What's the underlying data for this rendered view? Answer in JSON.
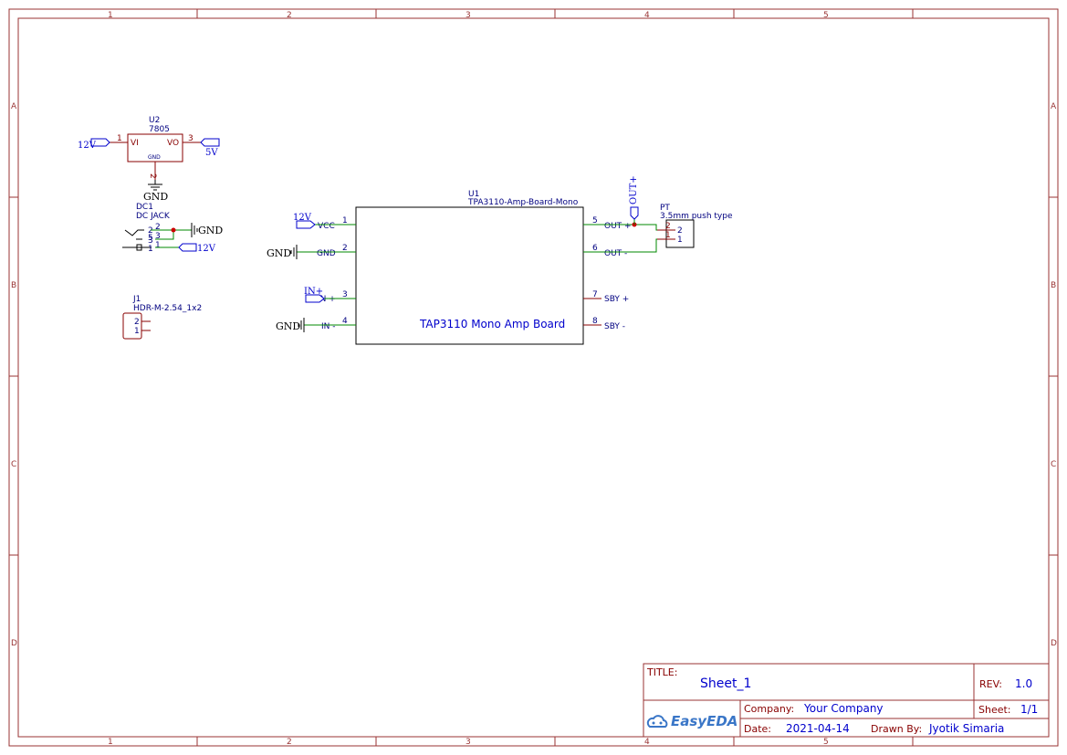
{
  "frame": {
    "columns": [
      "1",
      "2",
      "3",
      "4",
      "5"
    ],
    "rows": [
      "A",
      "B",
      "C",
      "D"
    ]
  },
  "u2": {
    "designator": "U2",
    "value": "7805",
    "pin_vi": "VI",
    "pin_vo": "VO",
    "pin_gnd": "GND",
    "pin1": "1",
    "pin2": "2",
    "pin3": "3"
  },
  "dc1": {
    "designator": "DC1",
    "value": "DC JACK",
    "pins": [
      "2",
      "2",
      "5",
      "3",
      "3",
      "1",
      "1"
    ]
  },
  "j1": {
    "designator": "J1",
    "value": "HDR-M-2.54_1x2",
    "pin2": "2",
    "pin1": "1"
  },
  "u1": {
    "designator": "U1",
    "value": "TPA3110-Amp-Board-Mono",
    "body_text": "TAP3110 Mono Amp Board",
    "pins": [
      {
        "num": "1",
        "name": "VCC"
      },
      {
        "num": "2",
        "name": "GND"
      },
      {
        "num": "3",
        "name": "IN +"
      },
      {
        "num": "4",
        "name": "IN -"
      },
      {
        "num": "5",
        "name": "OUT +"
      },
      {
        "num": "6",
        "name": "OUT -"
      },
      {
        "num": "7",
        "name": "SBY +"
      },
      {
        "num": "8",
        "name": "SBY -"
      }
    ]
  },
  "pt": {
    "designator": "PT",
    "value": "3.5mm push type",
    "pin2": "2",
    "pin1": "1",
    "pin2b": "2",
    "pin1b": "1"
  },
  "nets": {
    "v12": "12V",
    "v5": "5V",
    "gnd": "GND",
    "in_plus": "IN+",
    "out_plus": "OUT+"
  },
  "title_block": {
    "title_label": "TITLE:",
    "title": "Sheet_1",
    "rev_label": "REV:",
    "rev": "1.0",
    "company_label": "Company:",
    "company": "Your Company",
    "sheet_label": "Sheet:",
    "sheet": "1/1",
    "date_label": "Date:",
    "date": "2021-04-14",
    "drawn_label": "Drawn By:",
    "drawn": "Jyotik Simaria",
    "logo": "EasyEDA"
  },
  "colors": {
    "frame": "#993333",
    "wire": "#008800",
    "junction": "#cc0000",
    "netflag": "#0000cc"
  }
}
